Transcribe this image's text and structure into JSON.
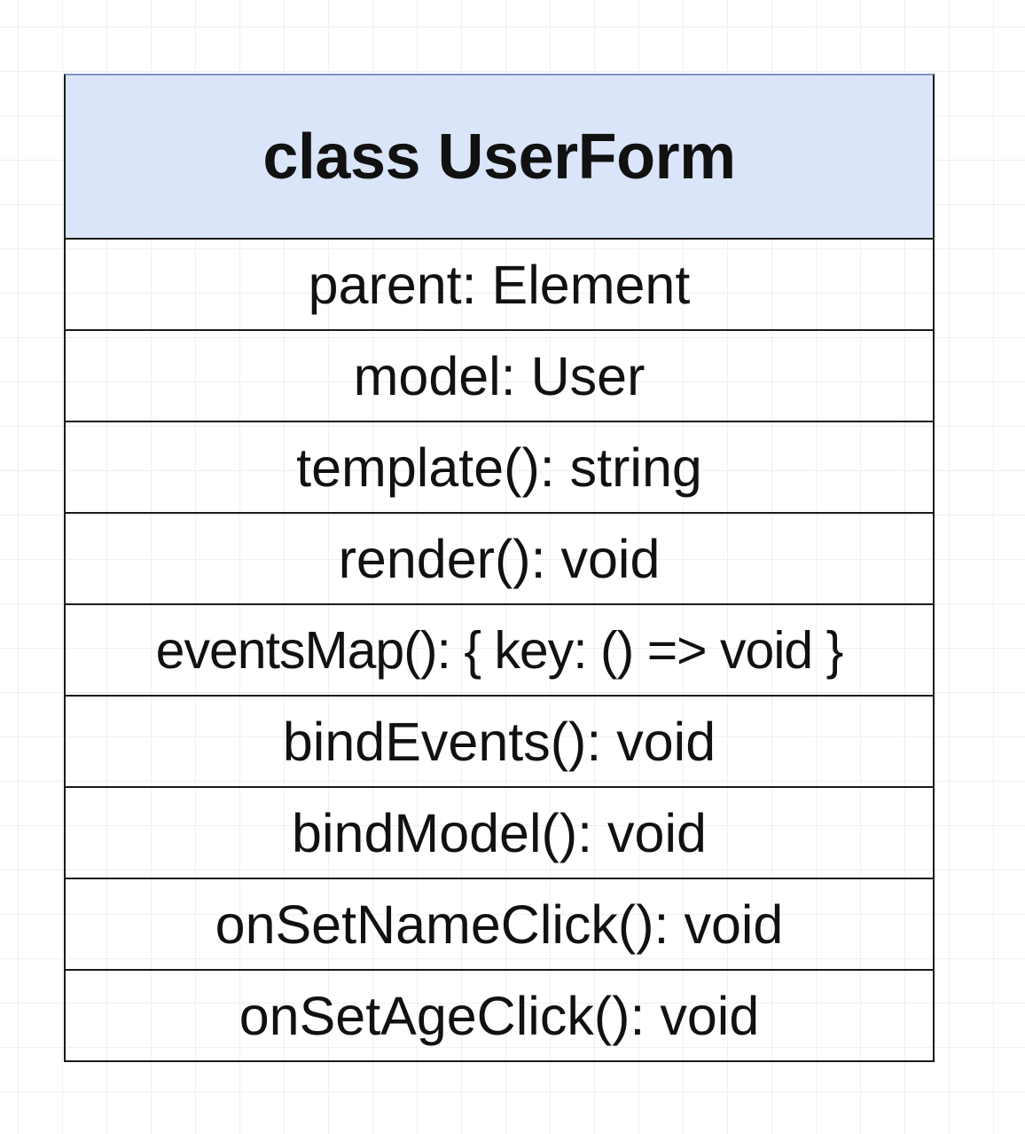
{
  "diagram": {
    "class_name": "class UserForm",
    "members": [
      "parent: Element",
      "model: User",
      "template(): string",
      "render(): void",
      "eventsMap(): { key: () => void }",
      "bindEvents(): void",
      "bindModel(): void",
      "onSetNameClick(): void",
      "onSetAgeClick(): void"
    ],
    "colors": {
      "header_fill": "#dae5f9",
      "border": "#1a1a1a",
      "text": "#111111",
      "canvas_grid": "#efefef"
    }
  }
}
